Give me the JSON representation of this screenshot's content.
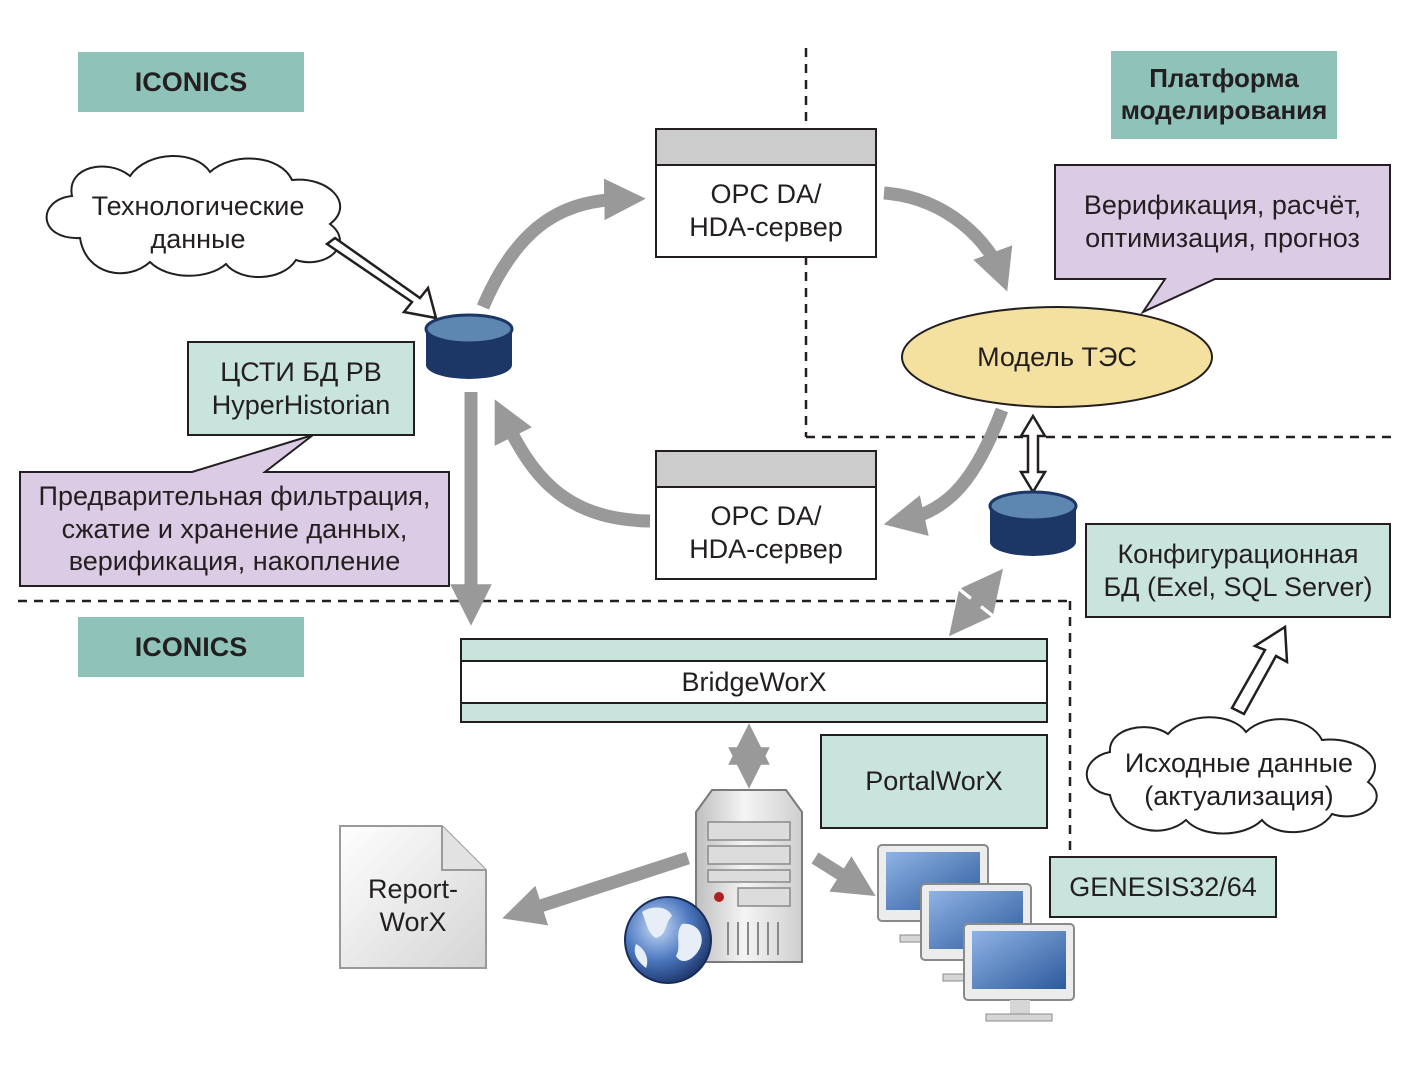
{
  "colors": {
    "teal": "#8fc3b9",
    "light_teal": "#c9e3dd",
    "lilac": "#dccbe5",
    "yellow": "#f4e19f",
    "grey_header": "#cccccc",
    "arrow_grey": "#999999",
    "db_top": "#5d86b0",
    "db_body": "#1c3766"
  },
  "labels": {
    "iconics_top": "ICONICS",
    "iconics_bottom": "ICONICS",
    "platform": "Платформа\nмоделирования",
    "tech_data": "Технологические\nданные",
    "opc_top": "OPC DA/\nHDA-сервер",
    "opc_bottom": "OPC DA/\nHDA-сервер",
    "verification": "Верификация, расчёт,\nоптимизация, прогноз",
    "model": "Модель ТЭС",
    "historian": "ЦСТИ БД РВ\nHyperHistorian",
    "prefilter": "Предварительная фильтрация,\nсжатие и хранение данных,\nверификация, накопление",
    "config_db": "Конфигурационная\nБД (Exel, SQL Server)",
    "bridgeworx": "BridgeWorX",
    "portalworx": "PortalWorX",
    "source_data": "Исходные данные\n(актуализация)",
    "reportworx": "Report-\nWorX",
    "genesis": "GENESIS32/64"
  },
  "icons": [
    "database-icon",
    "server-tower-icon",
    "globe-icon",
    "document-icon",
    "monitor-icon"
  ]
}
